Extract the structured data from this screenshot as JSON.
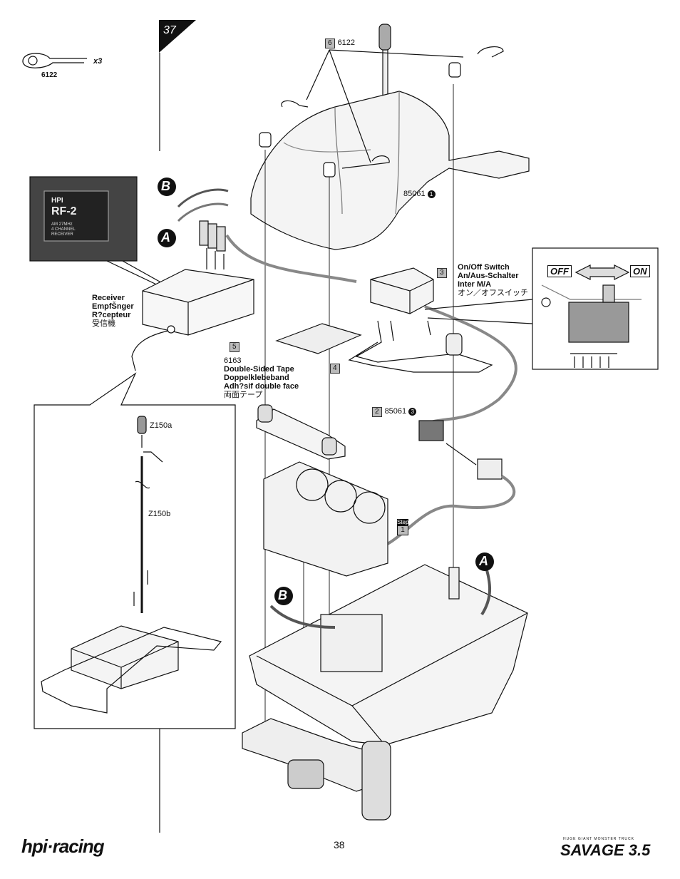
{
  "step": "37",
  "page_number": "38",
  "parts_callout": {
    "part": "6122",
    "qty": "x3"
  },
  "labels": {
    "clip_part": "6122",
    "body_part": "85061",
    "body_num": "1",
    "tray_part": "85061",
    "tray_num": "3",
    "tape_part": "6163",
    "antenna_tip": "Z150a",
    "antenna_tube": "Z150b",
    "wire_b": "B",
    "wire_a": "A"
  },
  "seq_tags": {
    "t1": "1",
    "t2": "2",
    "t3": "3",
    "t4": "4",
    "t5": "5",
    "t6": "6",
    "step_ref": "Step"
  },
  "receiver": {
    "en": "Receiver",
    "de": "EmpfŠnger",
    "fr": "R?cepteur",
    "ja": "受信機",
    "photo_brand": "HPI",
    "photo_model": "RF-2",
    "photo_line1": "AM 27MHz",
    "photo_line2": "4 CHANNEL",
    "photo_line3": "RECEIVER"
  },
  "tape": {
    "en": "Double-Sided Tape",
    "de": "Doppelklebeband",
    "fr": "Adh?sif double face",
    "ja": "両面テープ"
  },
  "switch": {
    "en": "On/Off Switch",
    "de": "An/Aus-Schalter",
    "fr": "Inter M/A",
    "ja": "オン／オフスイッチ",
    "off": "OFF",
    "on": "ON"
  },
  "footer": {
    "left_logo": "hpi·racing",
    "right_logo": "SAVAGE 3.5",
    "right_sub": "HUGE GIANT MONSTER TRUCK"
  },
  "colors": {
    "ink": "#111111",
    "gray_fill": "#bbbbbb",
    "wire": "#8a8a8a",
    "panel": "#dddddd"
  }
}
